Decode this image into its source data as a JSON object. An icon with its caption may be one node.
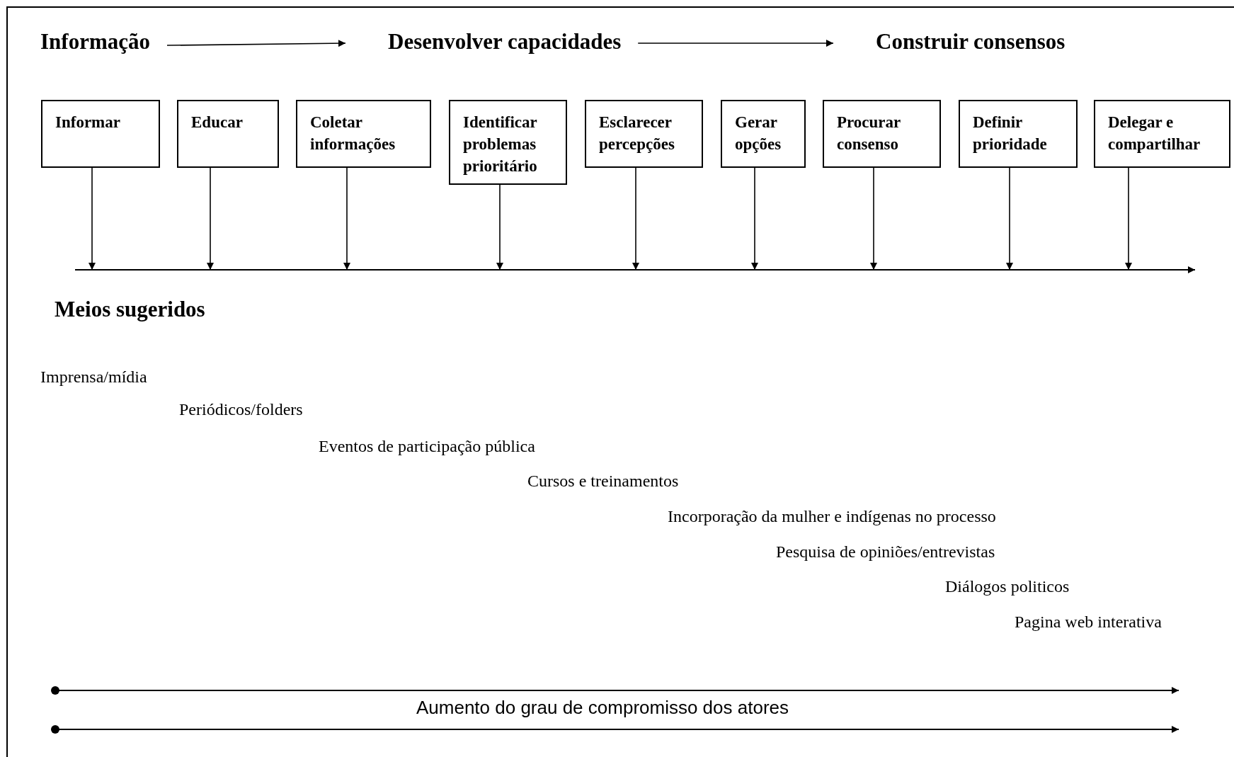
{
  "diagram": {
    "nodes": [
      {
        "text": [
          "Informação"
        ]
      },
      {
        "text": [
          "Desenvolver capacidades"
        ]
      },
      {
        "text": [
          "Construir consensos"
        ]
      },
      {
        "text": [
          "Informar"
        ]
      },
      {
        "text": [
          "Educar"
        ]
      },
      {
        "text": [
          "Coletar informações"
        ]
      },
      {
        "text": [
          "Identificar problemas prioritário"
        ]
      },
      {
        "text": [
          "Esclarecer percepções"
        ]
      },
      {
        "text": [
          "Gerar opções"
        ]
      },
      {
        "text": [
          "Procurar consenso"
        ]
      },
      {
        "text": [
          "Definir prioridade"
        ]
      },
      {
        "text": [
          "Delegar e compartilhar"
        ]
      }
    ],
    "edges": [
      {
        "from": 0,
        "to": 1,
        "arrow": "to"
      },
      {
        "from": 1,
        "to": 2,
        "arrow": "to"
      },
      {
        "from": 3,
        "to": null,
        "arrow": "to"
      },
      {
        "from": 4,
        "to": null,
        "arrow": "to"
      },
      {
        "from": 5,
        "to": null,
        "arrow": "to"
      },
      {
        "from": 6,
        "to": null,
        "arrow": "to"
      },
      {
        "from": 7,
        "to": null,
        "arrow": "to"
      },
      {
        "from": 8,
        "to": null,
        "arrow": "to"
      },
      {
        "from": 9,
        "to": null,
        "arrow": "to"
      },
      {
        "from": 10,
        "to": null,
        "arrow": "to"
      },
      {
        "from": 11,
        "to": null,
        "arrow": "to"
      }
    ],
    "labels": [
      "Meios sugeridos",
      "Imprensa/mídia",
      "Periódicos/folders",
      "Eventos de participação pública",
      "Cursos e treinamentos",
      "Incorporação da mulher e indígenas no processo",
      "Pesquisa de opiniões/entrevistas",
      "Diálogos politicos",
      "Pagina web interativa",
      "Aumento do grau de compromisso dos atores"
    ]
  }
}
